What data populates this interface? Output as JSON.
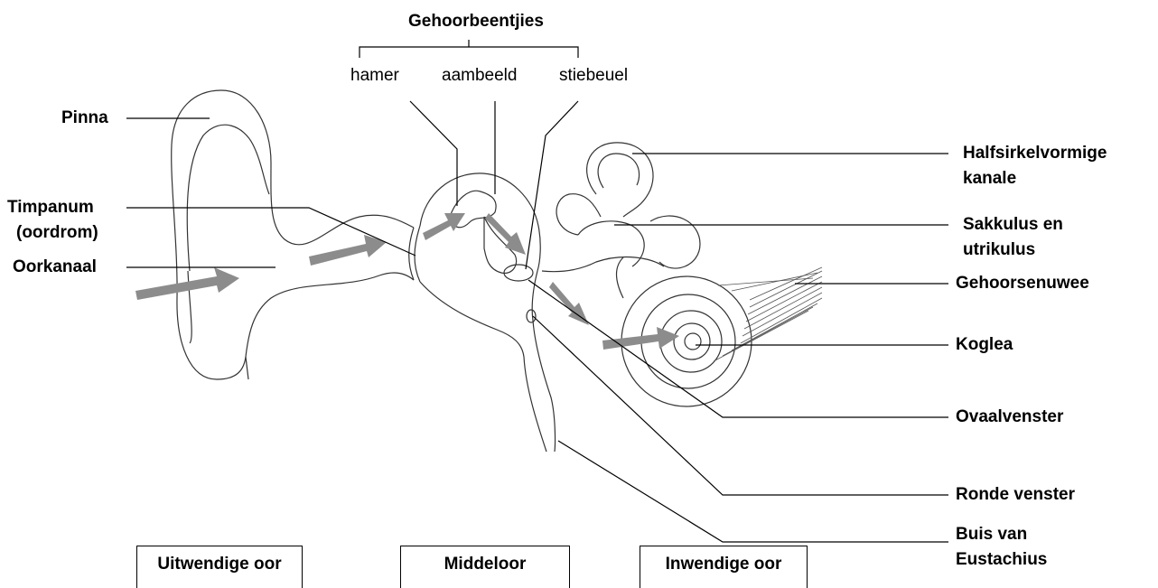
{
  "ossicles": {
    "group_label": "Gehoorbeentjies",
    "hammer": "hamer",
    "anvil": "aambeeld",
    "stirrup": "stiebeuel"
  },
  "left_labels": {
    "pinna": "Pinna",
    "tympanum": "Timpanum",
    "tympanum_alt": "(oordrom)",
    "ear_canal": "Oorkanaal"
  },
  "right_labels": {
    "semicircular_1": "Halfsirkelvormige",
    "semicircular_2": "kanale",
    "saccule_1": "Sakkulus en",
    "saccule_2": "utrikulus",
    "auditory_nerve": "Gehoorsenuwee",
    "cochlea": "Koglea",
    "oval_window": "Ovaalvenster",
    "round_window": "Ronde venster",
    "eustachian_1": "Buis van",
    "eustachian_2": "Eustachius"
  },
  "regions": {
    "outer": "Uitwendige oor",
    "middle": "Middeloor",
    "inner": "Inwendige oor"
  },
  "colors": {
    "arrow": "#8c8c8c",
    "line": "#000000"
  }
}
